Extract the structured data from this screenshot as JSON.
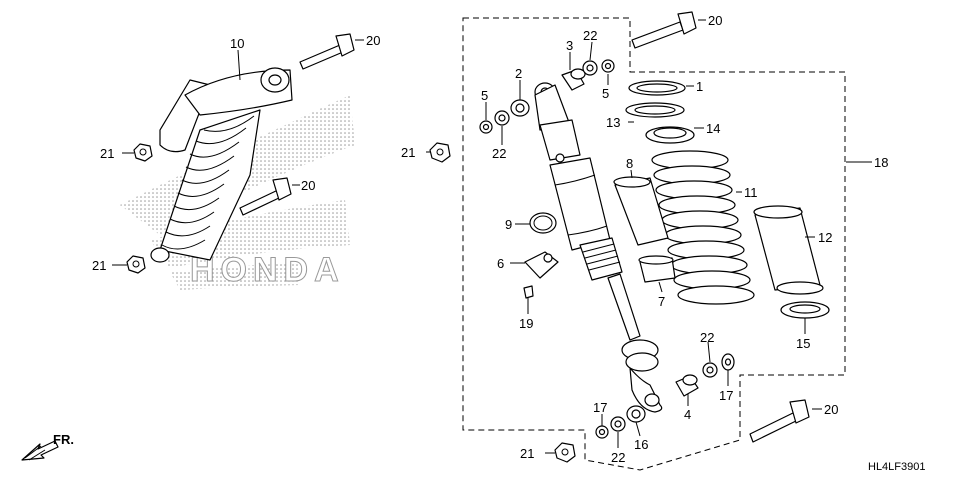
{
  "diagram": {
    "code": "HL4LF3901",
    "direction_label": "FR.",
    "watermark": "HONDA",
    "callouts": {
      "c1": "1",
      "c2": "2",
      "c3": "3",
      "c4": "4",
      "c5a": "5",
      "c5b": "5",
      "c6": "6",
      "c7": "7",
      "c8": "8",
      "c9": "9",
      "c10": "10",
      "c11": "11",
      "c12": "12",
      "c13": "13",
      "c14": "14",
      "c15": "15",
      "c16": "16",
      "c17a": "17",
      "c17b": "17",
      "c18": "18",
      "c19": "19",
      "c20a": "20",
      "c20b": "20",
      "c20c": "20",
      "c20d": "20",
      "c21a": "21",
      "c21b": "21",
      "c21c": "21",
      "c21d": "21",
      "c22a": "22",
      "c22b": "22",
      "c22c": "22",
      "c22d": "22"
    }
  }
}
